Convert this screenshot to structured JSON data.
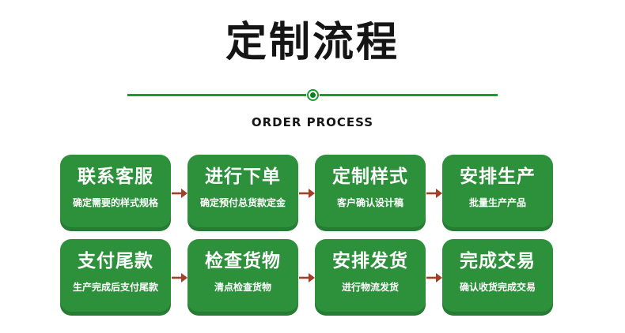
{
  "header": {
    "title": "定制流程",
    "subtitle": "ORDER PROCESS"
  },
  "colors": {
    "box_green": "#2d913c",
    "line_green": "#1a9e2b",
    "dot_green": "#0e7d22",
    "arrow": "#a04028",
    "text_dark": "#161616"
  },
  "steps": [
    {
      "title": "联系客服",
      "desc": "确定需要的样式规格"
    },
    {
      "title": "进行下单",
      "desc": "确定预付总货款定金"
    },
    {
      "title": "定制样式",
      "desc": "客户确认设计稿"
    },
    {
      "title": "安排生产",
      "desc": "批量生产产品"
    },
    {
      "title": "支付尾款",
      "desc": "生产完成后支付尾款"
    },
    {
      "title": "检查货物",
      "desc": "清点检查货物"
    },
    {
      "title": "安排发货",
      "desc": "进行物流发货"
    },
    {
      "title": "完成交易",
      "desc": "确认收货完成交易"
    }
  ]
}
